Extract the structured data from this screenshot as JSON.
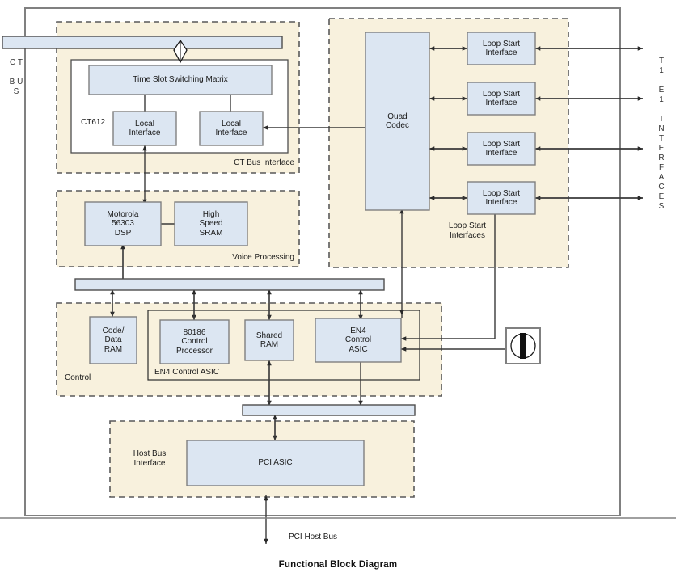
{
  "caption": "Functional Block Diagram",
  "colors": {
    "block_fill": "#dce6f2",
    "block_stroke": "#7f7f7f",
    "group_fill": "#f8f1dd",
    "group_stroke": "#595959",
    "frame_stroke": "#808080",
    "line": "#3a3a3a",
    "text": "#1a1a1a"
  },
  "edge_labels": {
    "ct_bus": "C T\n\nB U S",
    "t1e1": "T\n1\n\nE\n1\n\nI\nN\nT\nE\nR\nF\nA\nC\nE\nS",
    "pci_host_bus": "PCI Host Bus"
  },
  "groups": [
    {
      "id": "ct-bus-interface",
      "label": "CT Bus Interface"
    },
    {
      "id": "voice-processing",
      "label": "Voice Processing"
    },
    {
      "id": "loop-start-interfaces",
      "label": "Loop Start\nInterfaces"
    },
    {
      "id": "control",
      "label": "Control"
    },
    {
      "id": "host-bus-interface",
      "label": "Host Bus\nInterface"
    }
  ],
  "inner_groups": [
    {
      "id": "ct612",
      "label": "CT612"
    },
    {
      "id": "en4-control-asic-group",
      "label": "EN4 Control ASIC"
    }
  ],
  "blocks": [
    {
      "id": "time-slot-switching-matrix",
      "label": "Time Slot Switching Matrix"
    },
    {
      "id": "local-interface-left",
      "label": "Local\nInterface"
    },
    {
      "id": "local-interface-right",
      "label": "Local\nInterface"
    },
    {
      "id": "motorola-dsp",
      "label": "Motorola\n56303\nDSP"
    },
    {
      "id": "high-speed-sram",
      "label": "High\nSpeed\nSRAM"
    },
    {
      "id": "quad-codec",
      "label": "Quad\nCodec"
    },
    {
      "id": "loop-start-interface-1",
      "label": "Loop Start\nInterface"
    },
    {
      "id": "loop-start-interface-2",
      "label": "Loop Start\nInterface"
    },
    {
      "id": "loop-start-interface-3",
      "label": "Loop Start\nInterface"
    },
    {
      "id": "loop-start-interface-4",
      "label": "Loop Start\nInterface"
    },
    {
      "id": "code-data-ram",
      "label": "Code/\nData\nRAM"
    },
    {
      "id": "control-processor-80186",
      "label": "80186\nControl\nProcessor"
    },
    {
      "id": "shared-ram",
      "label": "Shared\nRAM"
    },
    {
      "id": "en4-control-asic",
      "label": "EN4\nControl\nASIC"
    },
    {
      "id": "pci-asic",
      "label": "PCI ASIC"
    }
  ],
  "buses": [
    {
      "id": "ct-bus-bar",
      "label": ""
    },
    {
      "id": "internal-bus-bar",
      "label": ""
    },
    {
      "id": "pci-bus-bar",
      "label": ""
    }
  ],
  "icons": [
    {
      "id": "bus-connector-diamond-icon",
      "name": "diamond-connector-icon"
    },
    {
      "id": "phone-jack-icon",
      "name": "phone-jack-icon"
    }
  ]
}
